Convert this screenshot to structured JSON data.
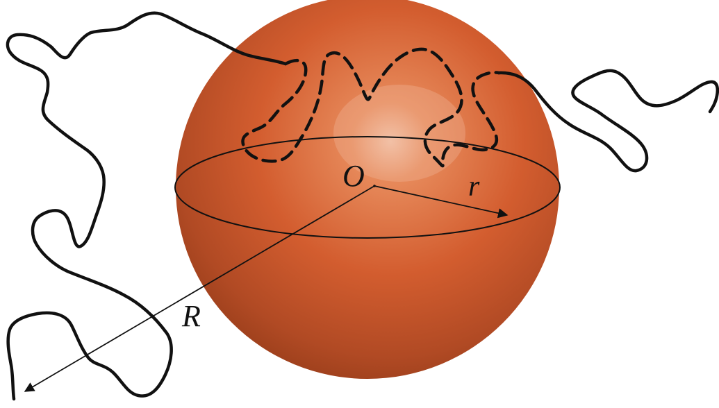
{
  "labels": {
    "center": "O",
    "small_radius": "r",
    "large_radius": "R"
  },
  "colors": {
    "sphere_highlight": "#f6c0a0",
    "sphere_mid": "#d96a3a",
    "sphere_edge": "#8f3b18",
    "ink": "#111111"
  },
  "icons": {
    "sphere": "shaded-sphere",
    "chain": "polymer-chain-curve"
  }
}
